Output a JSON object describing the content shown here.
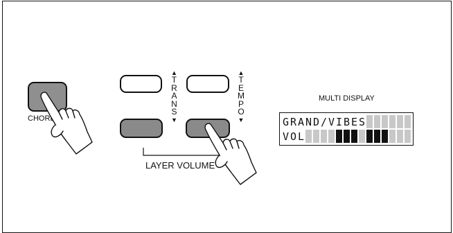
{
  "labels": {
    "chord": "CHORD",
    "trans": [
      "T",
      "R",
      "A",
      "N",
      "S"
    ],
    "tempo": [
      "T",
      "E",
      "M",
      "P",
      "O"
    ],
    "layer_volume": "LAYER VOLUME",
    "multi_display": "MULTI  DISPLAY"
  },
  "lcd": {
    "line1": "GRAND/VIBES",
    "line2": "VOL",
    "volume_level": 0.7
  },
  "icons": {
    "arrow_up": "▲",
    "arrow_down": "▼"
  }
}
